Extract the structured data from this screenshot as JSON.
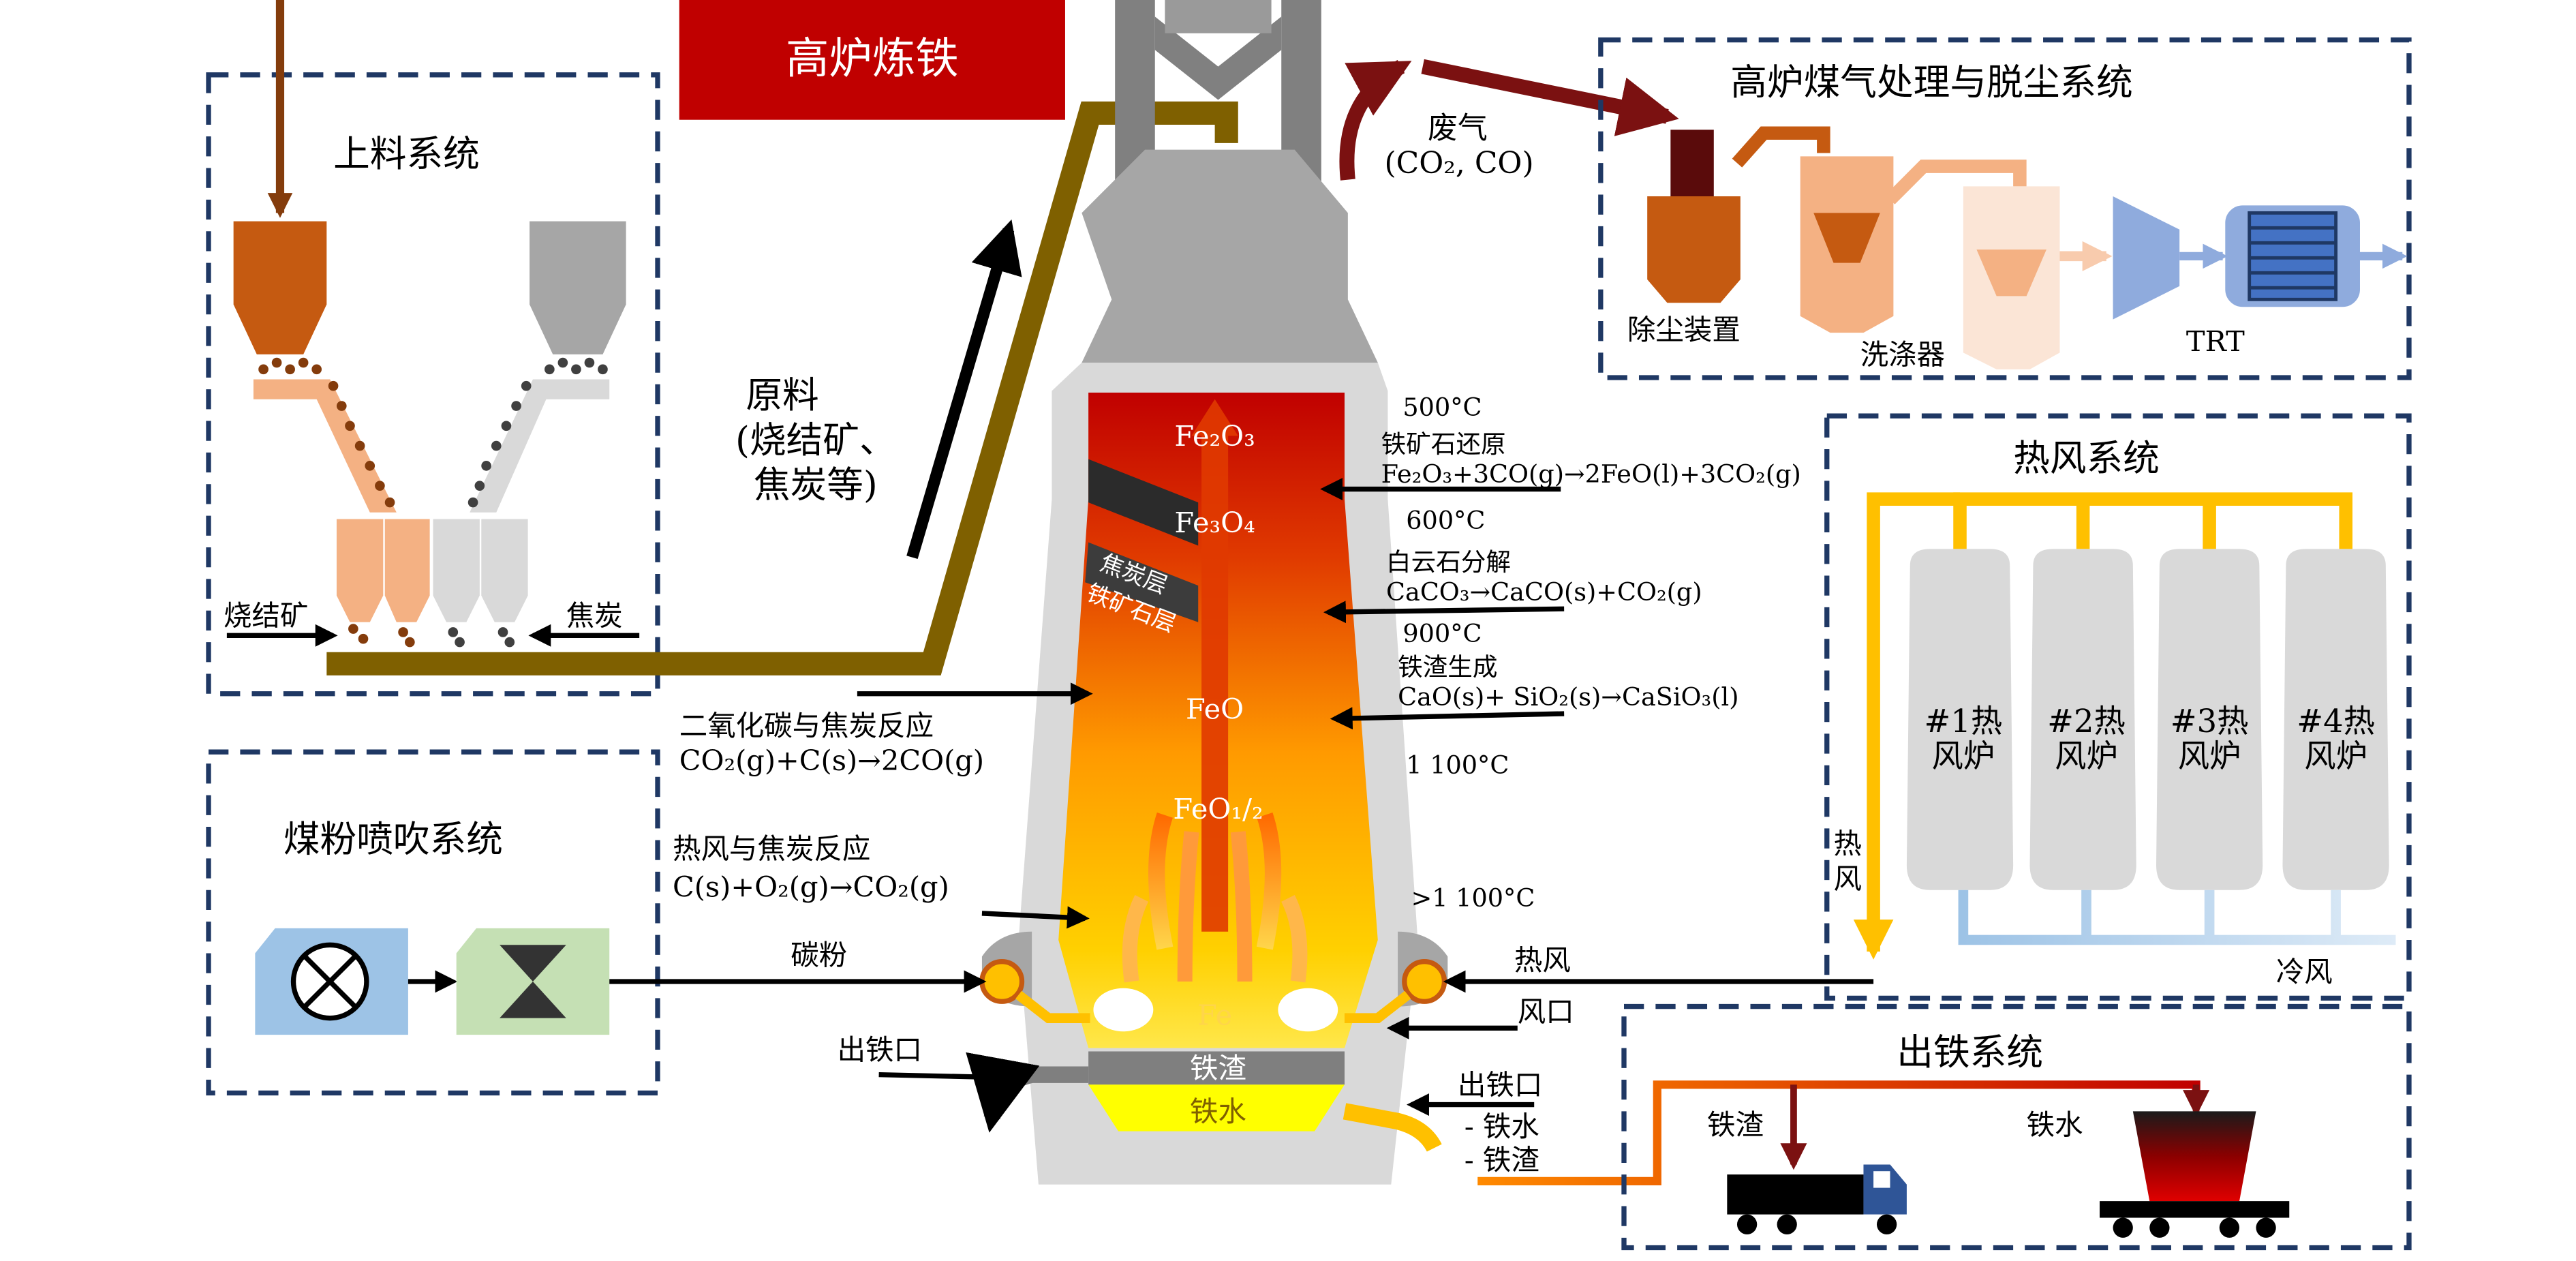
{
  "title": "高炉炼铁",
  "colors": {
    "title_bg": "#c00000",
    "dash": "#1f3864",
    "ore": "#c55a11",
    "ore_light": "#f4b183",
    "coke": "#a6a6a6",
    "feed": "#7f6000",
    "gold": "#ffc000",
    "hot": "#ff4500",
    "blue": "#8fabdd"
  },
  "feed_system": {
    "label": "上料系统",
    "sinter": "烧结矿",
    "coke": "焦炭"
  },
  "raw_material": {
    "line1": "原料",
    "line2": "(烧结矿、",
    "line3": "焦炭等)"
  },
  "coal_system": {
    "label": "煤粉喷吹系统",
    "coal_powder": "碳粉"
  },
  "gas_system": {
    "label": "高炉煤气处理与脱尘系统",
    "waste_gas": "废气",
    "waste_gas_formula": "(CO₂, CO)",
    "dust_remover": "除尘装置",
    "scrubber": "洗涤器",
    "trt": "TRT"
  },
  "hot_air_system": {
    "label": "热风系统",
    "hot_air": "热风",
    "cold_air": "冷风",
    "hot_air_vertical": "热风",
    "stoves": [
      "#1热风炉",
      "#2热风炉",
      "#3热风炉",
      "#4热风炉"
    ]
  },
  "tapping_system": {
    "label": "出铁系统",
    "slag": "铁渣",
    "iron": "铁水"
  },
  "furnace": {
    "layers": {
      "fe2o3": "Fe₂O₃",
      "fe3o4": "Fe₃O₄",
      "feo": "FeO",
      "feo_half": "FeO₁/₂",
      "fe": "Fe",
      "slag": "铁渣",
      "molten_iron": "铁水",
      "coke_layer": "焦炭层",
      "ore_layer": "铁矿石层"
    },
    "left_taphole": "出铁口",
    "right_taphole": "出铁口",
    "outlet_iron": "- 铁水",
    "outlet_slag": "- 铁渣",
    "tuyere": "风口",
    "hot_air": "热风"
  },
  "reactions": {
    "t500": "500°C",
    "r1_name": "铁矿石还原",
    "r1_eq": "Fe₂O₃+3CO(g)→2FeO(l)+3CO₂(g)",
    "t600": "600°C",
    "r2_name": "白云石分解",
    "r2_eq": "CaCO₃→CaCO(s)+CO₂(g)",
    "t900": "900°C",
    "r3_name": "铁渣生成",
    "r3_eq": "CaO(s)+ SiO₂(s)→CaSiO₃(l)",
    "t1100": "1 100°C",
    "tgt1100": ">1 100°C",
    "l1_name": "二氧化碳与焦炭反应",
    "l1_eq": "CO₂(g)+C(s)→2CO(g)",
    "l2_name": "热风与焦炭反应",
    "l2_eq": "C(s)+O₂(g)→CO₂(g)"
  }
}
